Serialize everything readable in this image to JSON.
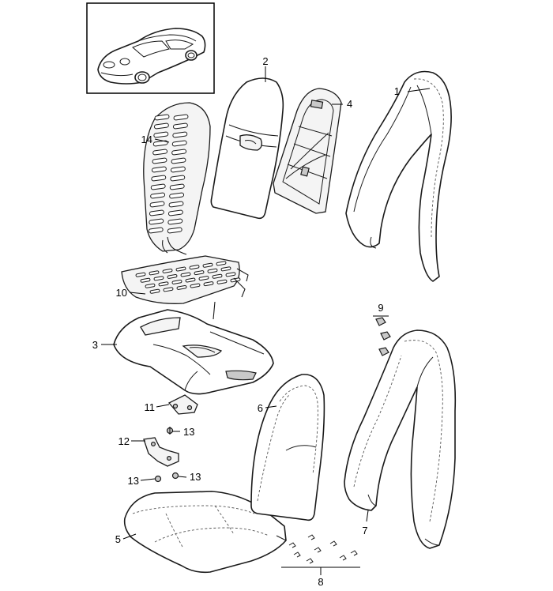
{
  "diagram": {
    "callouts": [
      "1",
      "2",
      "3",
      "4",
      "5",
      "6",
      "7",
      "8",
      "9",
      "10",
      "11",
      "12",
      "13",
      "13",
      "13",
      "14"
    ]
  }
}
